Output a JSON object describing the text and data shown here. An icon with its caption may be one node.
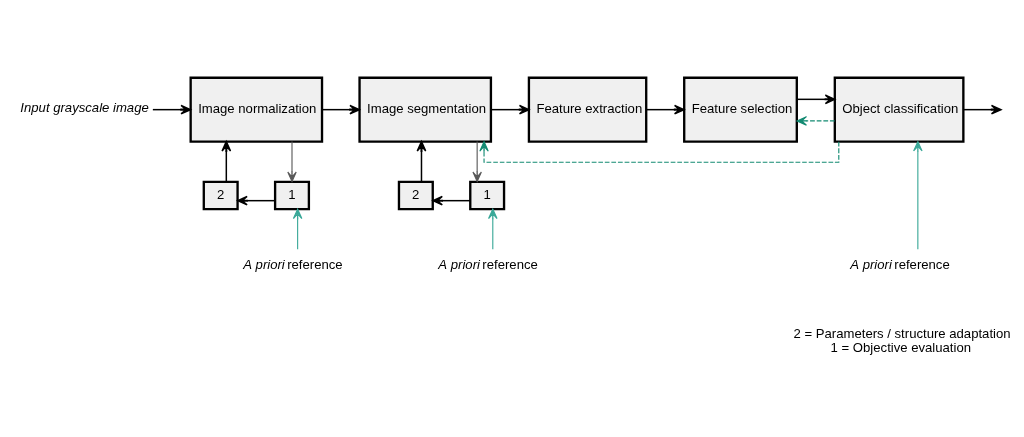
{
  "diagram": {
    "nodes": [
      {
        "text": [
          "Input grayscale image"
        ]
      },
      {
        "text": [
          "Image normalization"
        ]
      },
      {
        "text": [
          "Image segmentation"
        ]
      },
      {
        "text": [
          "Feature extraction"
        ]
      },
      {
        "text": [
          "Feature selection"
        ]
      },
      {
        "text": [
          "Object classification"
        ]
      },
      {
        "text": [
          "2"
        ]
      },
      {
        "text": [
          "1"
        ]
      },
      {
        "text": [
          "2"
        ]
      },
      {
        "text": [
          "1"
        ]
      },
      {
        "text": [
          "*A priori* reference"
        ]
      },
      {
        "text": [
          "*A priori* reference"
        ]
      },
      {
        "text": [
          "*A priori* reference"
        ]
      }
    ],
    "edges": [
      {
        "from": 0,
        "to": 1,
        "arrow": "to"
      },
      {
        "from": 1,
        "to": 2,
        "arrow": "to"
      },
      {
        "from": 2,
        "to": 3,
        "arrow": "to"
      },
      {
        "from": 3,
        "to": 4,
        "arrow": "to"
      },
      {
        "from": 4,
        "to": 5,
        "arrow": "to"
      },
      {
        "from": 5,
        "to": null,
        "arrow": "to"
      },
      {
        "from": 1,
        "to": 7,
        "arrow": "to",
        "color": "#595959"
      },
      {
        "from": 7,
        "to": 6,
        "arrow": "to"
      },
      {
        "from": 6,
        "to": 1,
        "arrow": "to"
      },
      {
        "from": 2,
        "to": 9,
        "arrow": "to",
        "color": "#595959"
      },
      {
        "from": 9,
        "to": 8,
        "arrow": "to"
      },
      {
        "from": 8,
        "to": 2,
        "arrow": "to"
      },
      {
        "from": 10,
        "to": 7,
        "arrow": "to",
        "color": "#3aa898"
      },
      {
        "from": 11,
        "to": 9,
        "arrow": "to",
        "color": "#3aa898"
      },
      {
        "from": 12,
        "to": 5,
        "arrow": "to",
        "color": "#3aa898"
      },
      {
        "from": 5,
        "to": 2,
        "arrow": "to",
        "style": "dashed",
        "color": "#138a72"
      },
      {
        "from": 5,
        "to": 4,
        "arrow": "to",
        "style": "dashed",
        "color": "#138a72"
      }
    ],
    "labels": [
      "2 = Parameters / structure adaptation",
      "1 = Objective evaluation"
    ]
  }
}
